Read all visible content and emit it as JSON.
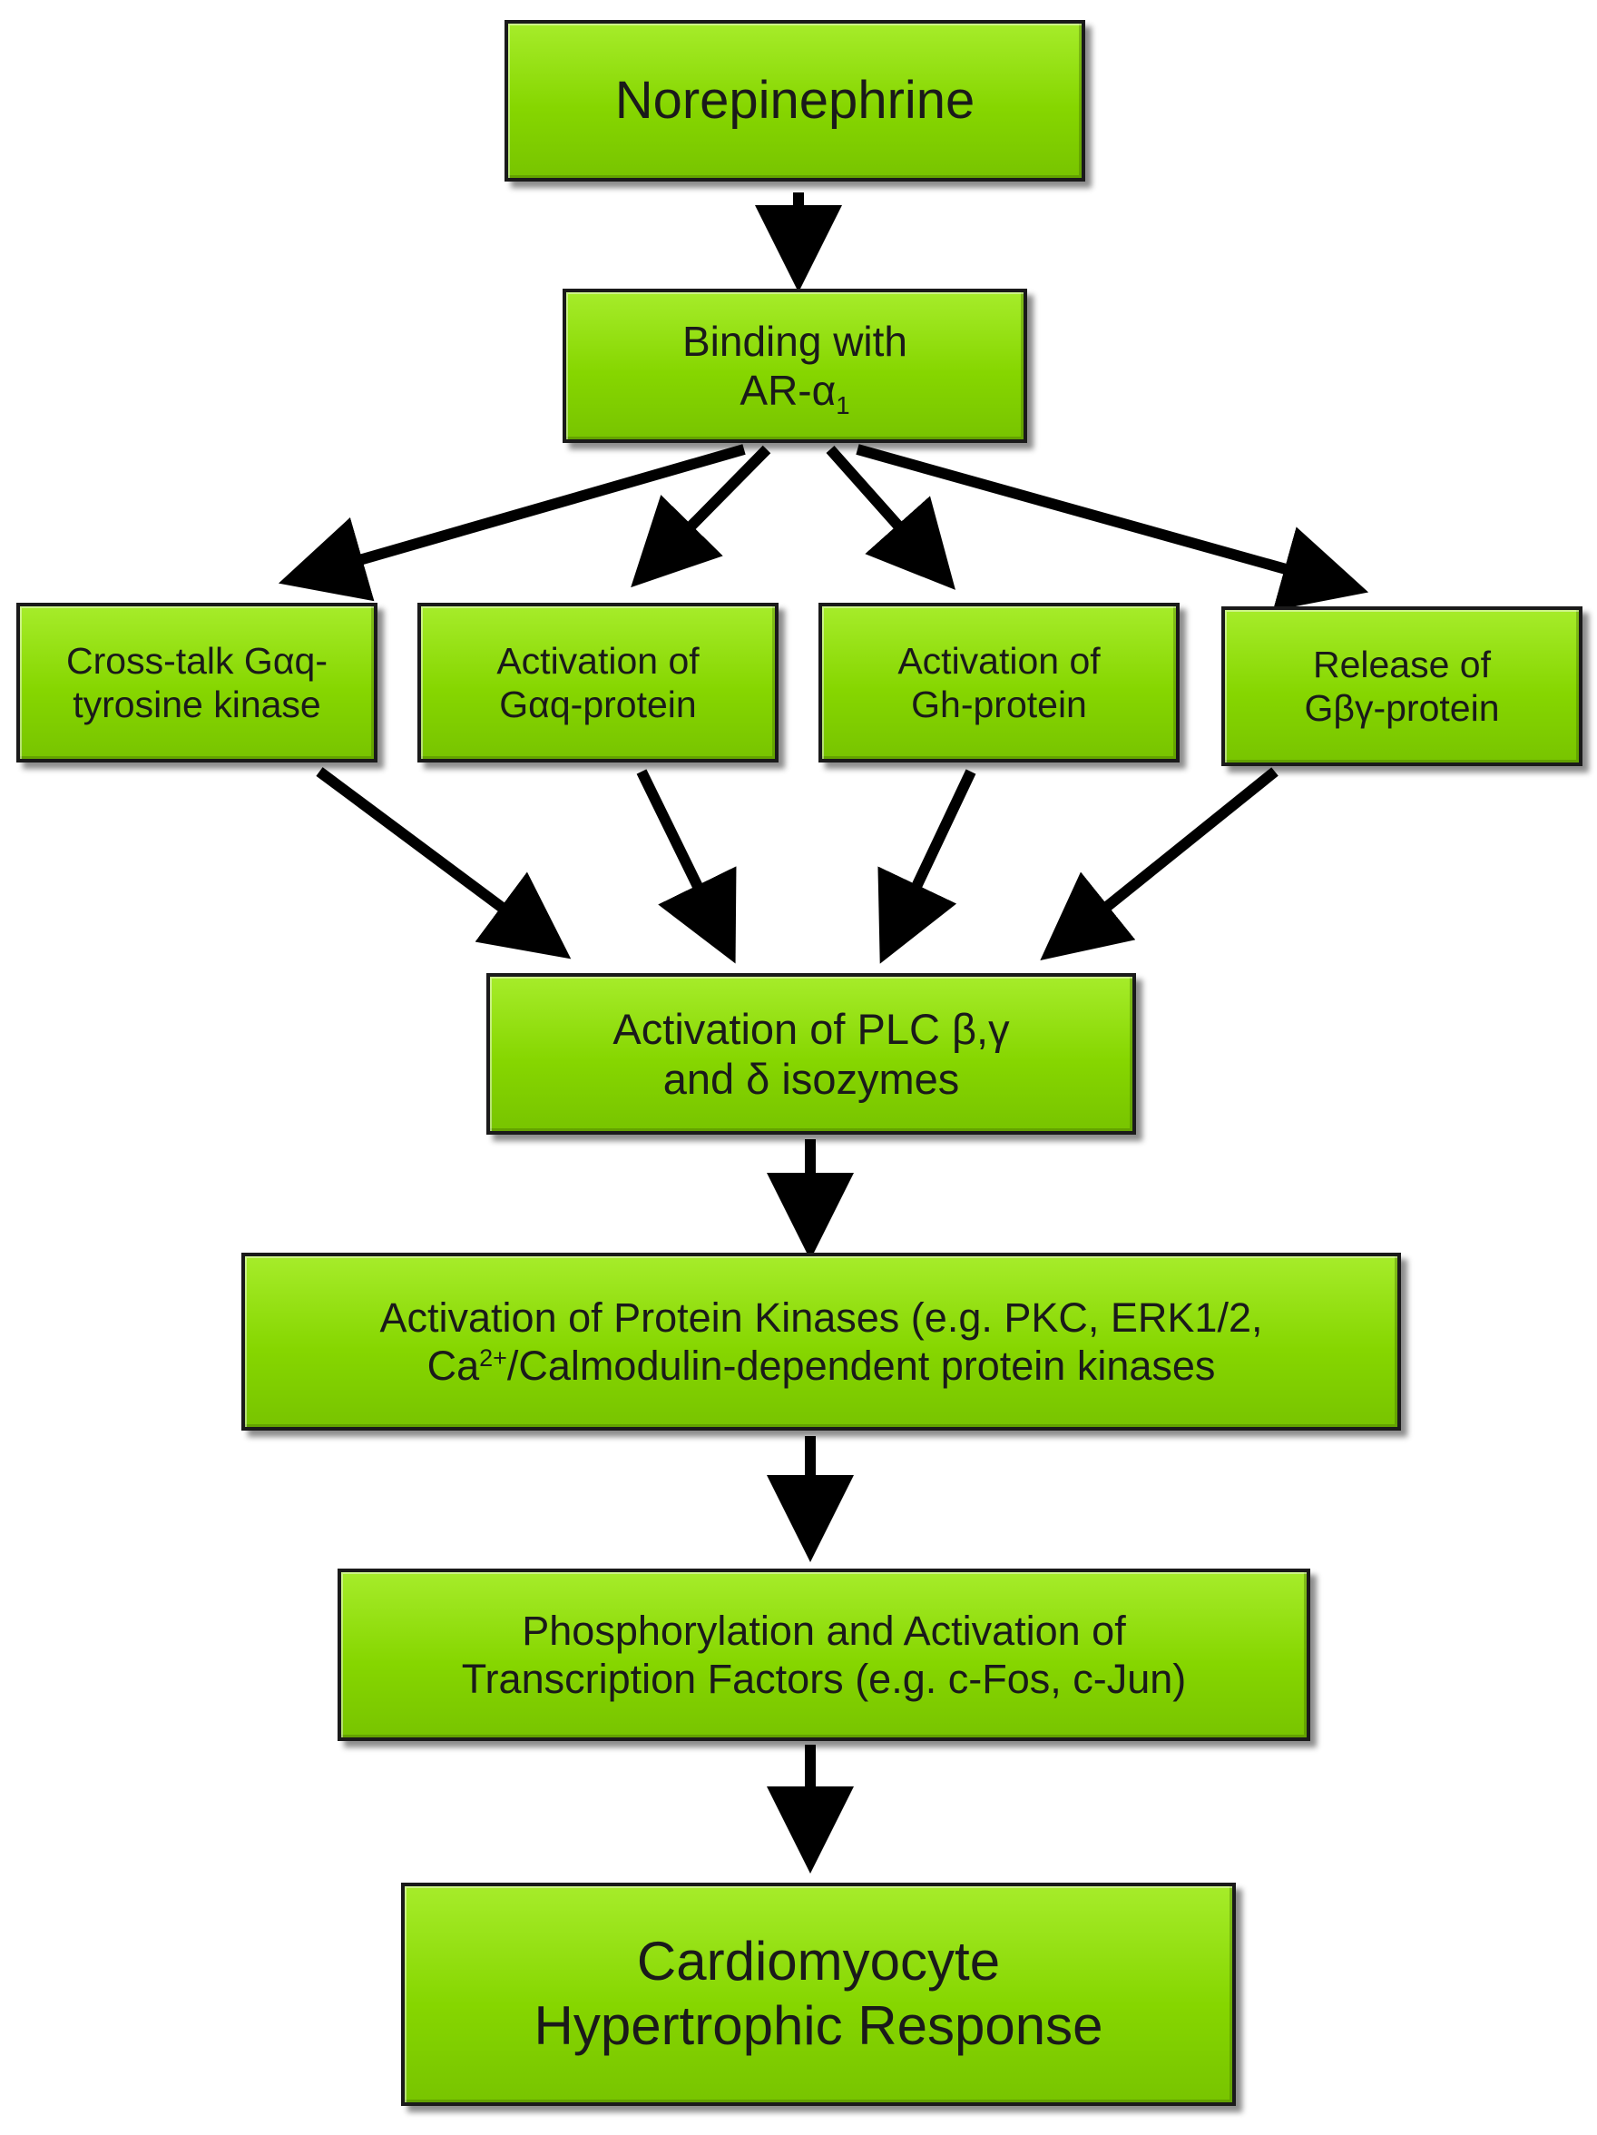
{
  "diagram": {
    "nodes": {
      "norepinephrine": {
        "line1": "Norepinephrine"
      },
      "binding": {
        "line1": "Binding with",
        "line2_prefix": "AR-α",
        "line2_sub": "1"
      },
      "crosstalk": {
        "line1": "Cross-talk Gαq-",
        "line2": "tyrosine kinase"
      },
      "gaq": {
        "line1": "Activation of",
        "line2": "Gαq-protein"
      },
      "gh": {
        "line1": "Activation of",
        "line2": "Gh-protein"
      },
      "gbg": {
        "line1": "Release of",
        "line2": "Gβγ-protein"
      },
      "plc": {
        "line1": "Activation of PLC β,γ",
        "line2": "and δ isozymes"
      },
      "kinases": {
        "line1": "Activation of Protein Kinases (e.g. PKC, ERK1/2,",
        "line2_prefix": "Ca",
        "line2_sup": "2+",
        "line2_rest": "/Calmodulin-dependent protein kinases"
      },
      "transcription": {
        "line1": "Phosphorylation and Activation of",
        "line2": "Transcription Factors (e.g. c-Fos, c-Jun)"
      },
      "response": {
        "line1": "Cardiomyocyte",
        "line2": "Hypertrophic Response"
      }
    },
    "edges": [
      {
        "from": "norepinephrine",
        "to": "binding"
      },
      {
        "from": "binding",
        "to": "crosstalk"
      },
      {
        "from": "binding",
        "to": "gaq"
      },
      {
        "from": "binding",
        "to": "gh"
      },
      {
        "from": "binding",
        "to": "gbg"
      },
      {
        "from": "crosstalk",
        "to": "plc"
      },
      {
        "from": "gaq",
        "to": "plc"
      },
      {
        "from": "gh",
        "to": "plc"
      },
      {
        "from": "gbg",
        "to": "plc"
      },
      {
        "from": "plc",
        "to": "kinases"
      },
      {
        "from": "kinases",
        "to": "transcription"
      },
      {
        "from": "transcription",
        "to": "response"
      }
    ],
    "colors": {
      "box_fill": "#86d600",
      "box_border": "#1a1a1a",
      "arrow": "#000000",
      "text": "#1a1a1a"
    }
  }
}
